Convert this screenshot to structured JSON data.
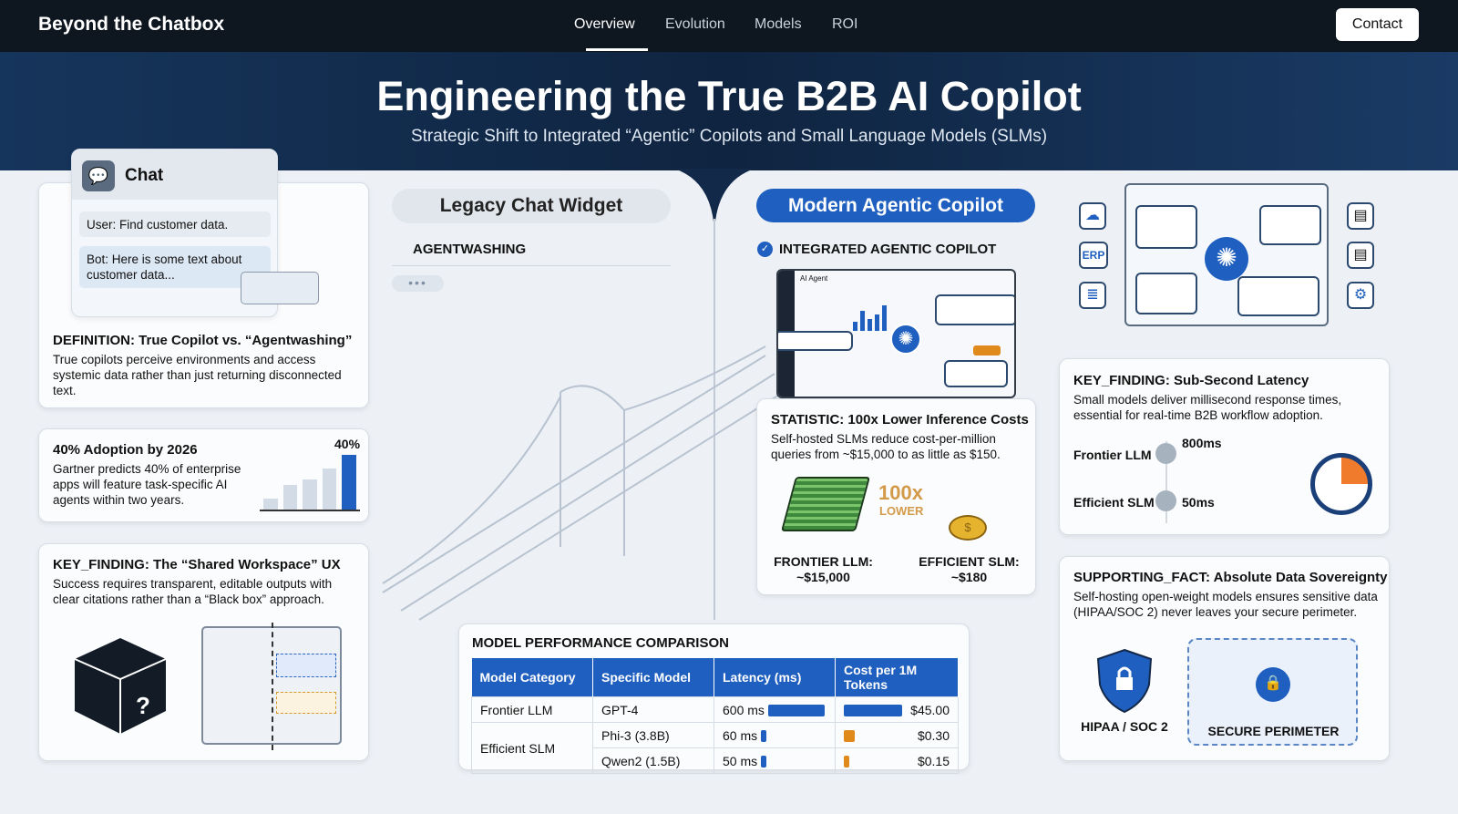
{
  "nav": {
    "brand": "Beyond the Chatbox",
    "links": [
      "Overview",
      "Evolution",
      "Models",
      "ROI"
    ],
    "active": "Overview",
    "contact": "Contact"
  },
  "hero": {
    "title": "Engineering the True B2B AI Copilot",
    "subtitle": "Strategic Shift to Integrated “Agentic” Copilots and Small Language Models (SLMs)"
  },
  "chat": {
    "title": "Chat",
    "user_msg": "User: Find customer data.",
    "bot_msg": "Bot: Here is some text about customer data..."
  },
  "definition": {
    "title": "DEFINITION: True Copilot vs. “Agentwashing”",
    "body": "True copilots perceive environments and access systemic data rather than just returning disconnected text."
  },
  "adoption": {
    "title": "40% Adoption by 2026",
    "body": "Gartner predicts 40% of enterprise apps will feature task-specific AI agents within two years.",
    "bar_label": "40%",
    "bars": [
      0.2,
      0.45,
      0.55,
      0.75,
      1.0
    ]
  },
  "workspace": {
    "title": "KEY_FINDING: The “Shared Workspace” UX",
    "body": "Success requires transparent, editable outputs with clear citations rather than a “Black box” approach."
  },
  "legacy": {
    "pill": "Legacy Chat Widget",
    "label": "AGENTWASHING"
  },
  "modern": {
    "pill": "Modern Agentic Copilot",
    "label": "INTEGRATED AGENTIC COPILOT",
    "mockup_title": "AI Agent"
  },
  "statistic": {
    "title": "STATISTIC: 100x Lower Inference Costs",
    "body": "Self-hosted SLMs reduce cost-per-million queries from ~$15,000 to as little as $150.",
    "multiplier": "100x",
    "multiplier_sub": "LOWER",
    "left_label": "FRONTIER LLM:",
    "left_value": "~$15,000",
    "right_label": "EFFICIENT SLM:",
    "right_value": "~$180"
  },
  "table": {
    "title": "MODEL PERFORMANCE COMPARISON",
    "headers": [
      "Model Category",
      "Specific Model",
      "Latency (ms)",
      "Cost per 1M Tokens"
    ],
    "rows": [
      {
        "category": "Frontier LLM",
        "model": "GPT-4",
        "latency": "600 ms",
        "latency_ms": 600,
        "cost": "$45.00",
        "cost_usd": 45
      },
      {
        "category": "Efficient SLM",
        "model": "Phi-3 (3.8B)",
        "latency": "60 ms",
        "latency_ms": 60,
        "cost": "$0.30",
        "cost_usd": 0.3
      },
      {
        "category": "Efficient SLM",
        "model": "Qwen2 (1.5B)",
        "latency": "50 ms",
        "latency_ms": 50,
        "cost": "$0.15",
        "cost_usd": 0.15
      }
    ],
    "colors": {
      "header": "#1f5fbf",
      "latency_bar": "#1f5fbf",
      "cost_bar_slm": "#e08a1c"
    }
  },
  "diagram": {
    "erp_label": "ERP"
  },
  "latency": {
    "title": "KEY_FINDING: Sub-Second Latency",
    "body": "Small models deliver millisecond response times, essential for real-time B2B workflow adoption.",
    "rows": [
      {
        "label": "Frontier LLM",
        "value": "800ms"
      },
      {
        "label": "Efficient SLM",
        "value": "50ms"
      }
    ]
  },
  "sovereignty": {
    "title": "SUPPORTING_FACT: Absolute Data Sovereignty",
    "body": "Self-hosting open-weight models ensures sensitive data (HIPAA/SOC 2) never leaves your secure perimeter.",
    "shield_label": "HIPAA / SOC 2",
    "perimeter_label": "SECURE PERIMETER"
  }
}
